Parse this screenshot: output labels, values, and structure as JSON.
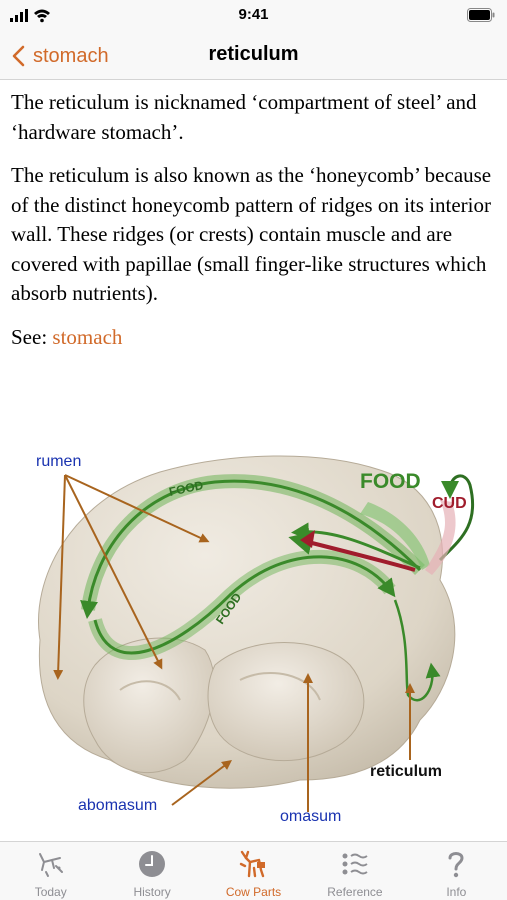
{
  "status": {
    "time": "9:41"
  },
  "nav": {
    "back_label": "stomach",
    "title": "reticulum"
  },
  "content": {
    "paragraph1": "The reticulum is nicknamed ‘compartment of steel’ and ‘hardware stomach’.",
    "paragraph2": "The reticulum is also known as the ‘honeycomb’ because of the distinct honeycomb pattern of ridges on its interior wall. These ridges (or crests) contain muscle and are covered with papillae (small finger-like structures which absorb nutrients).",
    "see_prefix": "See: ",
    "see_link": "stomach"
  },
  "figure": {
    "labels": {
      "rumen": "rumen",
      "abomasum": "abomasum",
      "omasum": "omasum",
      "reticulum": "reticulum",
      "food_big": "FOOD",
      "cud": "CUD",
      "food_arrow_top": "FOOD",
      "food_arrow_mid": "FOOD"
    },
    "colors": {
      "label_blue": "#1a33b0",
      "food_green": "#3a8a2a",
      "cud_red": "#a01c2c",
      "pointer_brown": "#a8641e"
    }
  },
  "tabs": [
    {
      "label": "Today",
      "icon": "cow-sketch-icon",
      "active": false
    },
    {
      "label": "History",
      "icon": "clock-icon",
      "active": false
    },
    {
      "label": "Cow Parts",
      "icon": "cow-parts-icon",
      "active": true
    },
    {
      "label": "Reference",
      "icon": "list-icon",
      "active": false
    },
    {
      "label": "Info",
      "icon": "question-icon",
      "active": false
    }
  ],
  "accent_color": "#d16a2a"
}
